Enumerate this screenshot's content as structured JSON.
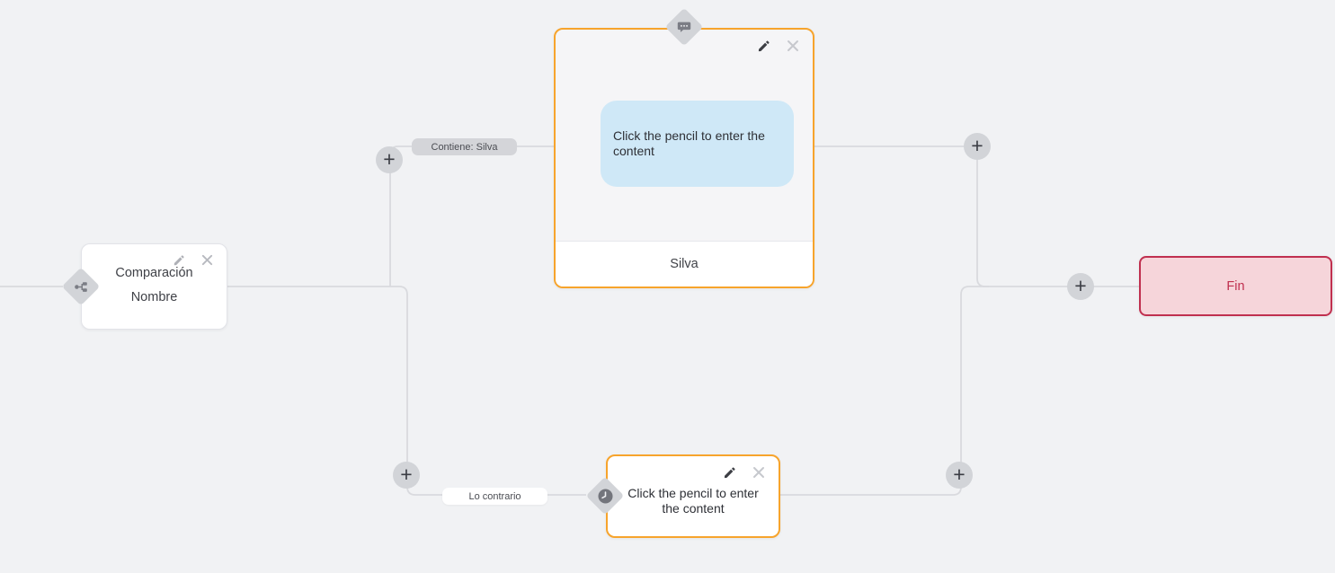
{
  "canvas": {
    "background": "#f1f2f4",
    "connector_color": "#d9dade"
  },
  "condition_node": {
    "line1": "Comparación",
    "line2": "Nombre",
    "icon": "branch-icon"
  },
  "message_node": {
    "content_placeholder": "Click the pencil to enter the content",
    "footer_label": "Silva",
    "icon": "chat-icon",
    "accent_color": "#f7a42c",
    "bubble_color": "#cfe8f7"
  },
  "delay_node": {
    "content_placeholder": "Click the pencil to enter the content",
    "icon": "clock-icon",
    "accent_color": "#f7a42c"
  },
  "end_node": {
    "label": "Fin",
    "background": "#f6d5da",
    "border_color": "#c0304f",
    "text_color": "#c0304f"
  },
  "edge_labels": {
    "true_branch": "Contiene: Silva",
    "else_branch": "Lo contrario"
  },
  "controls": {
    "add_label": "+"
  }
}
